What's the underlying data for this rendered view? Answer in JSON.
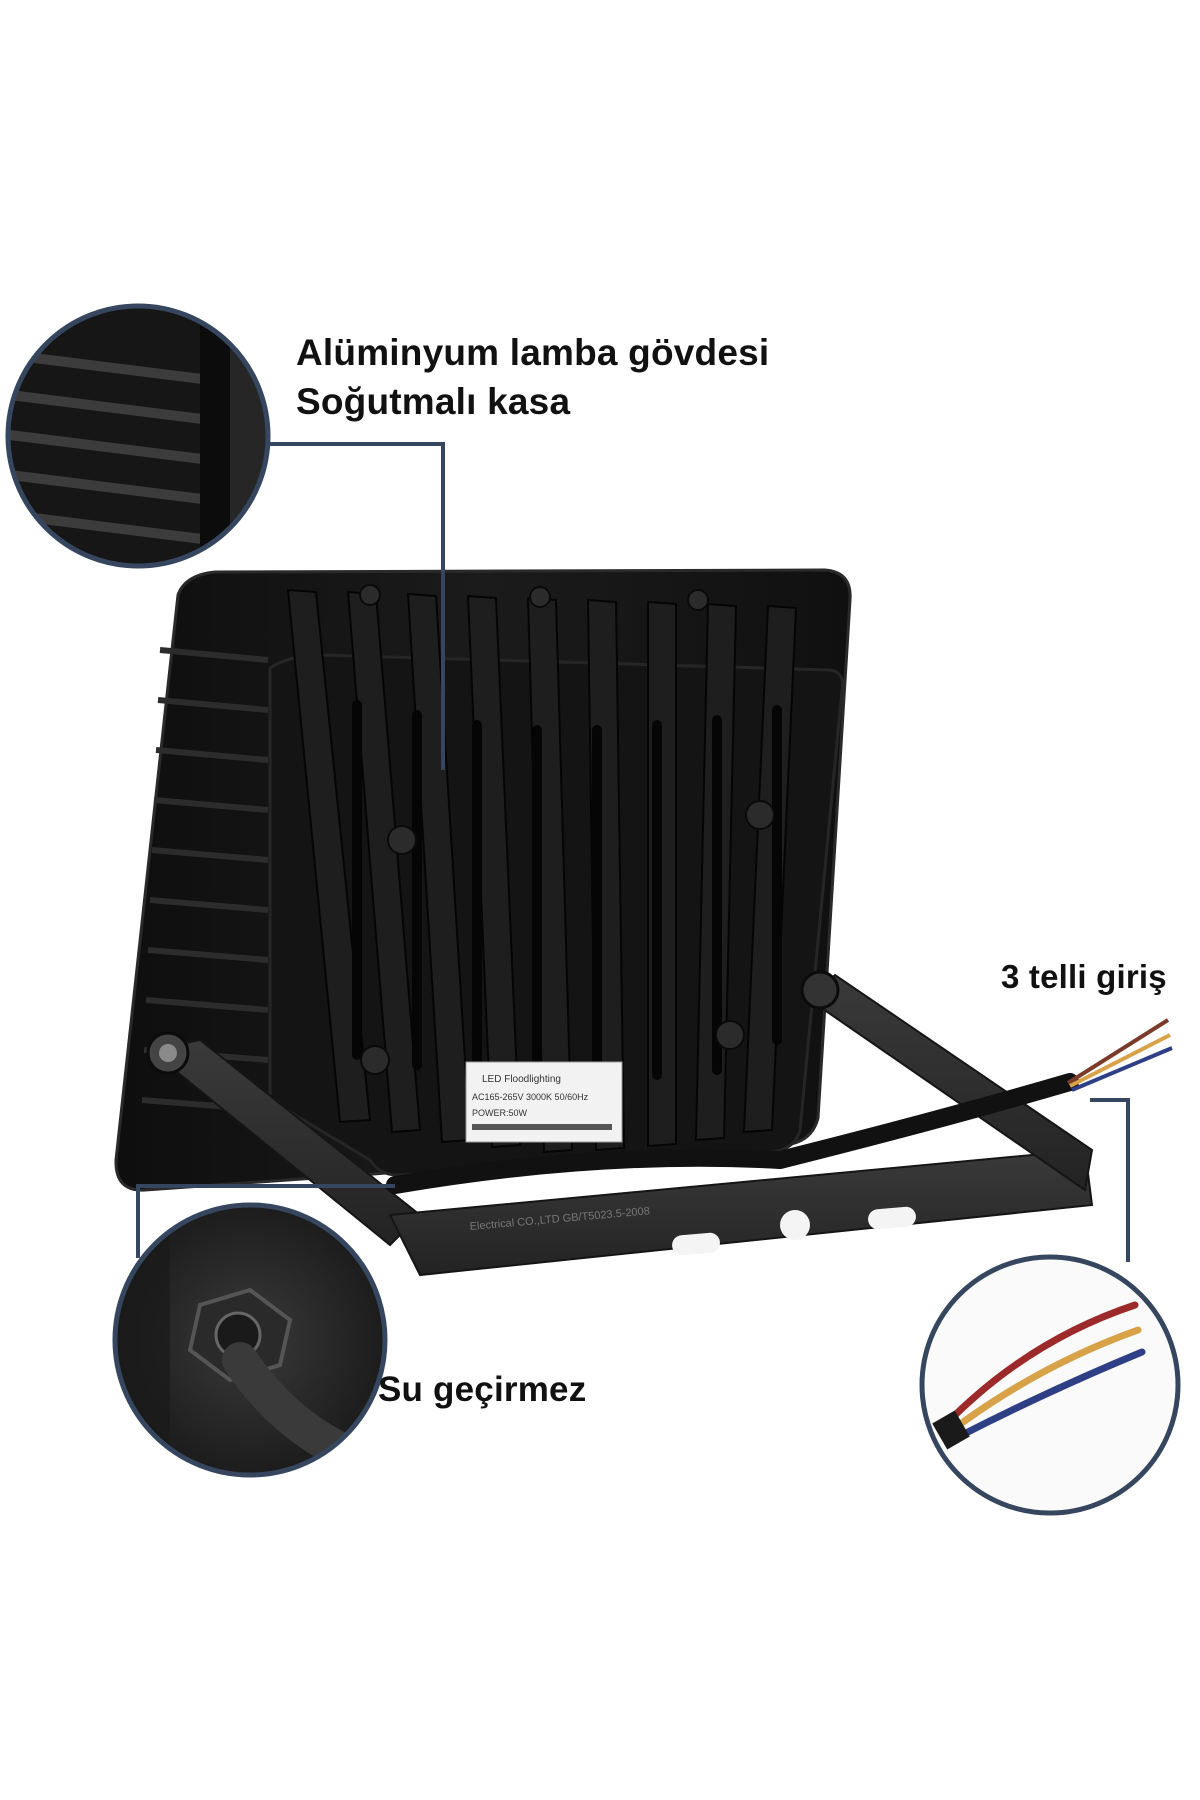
{
  "callouts": {
    "aluminum_body": {
      "line1": "Alüminyum lamba gövdesi",
      "line2": "Soğutmalı kasa"
    },
    "three_wire_input": {
      "label": "3 telli giriş"
    },
    "waterproof": {
      "label": "Su geçirmez"
    }
  },
  "product_label": {
    "line1": "LED Floodlighting",
    "line2": "AC165-265V 3000K 50/60Hz",
    "line3": "POWER:50W"
  },
  "bracket_text": "Electrical CO.,LTD  GB/T5023.5-2008",
  "colors": {
    "callout_line": "#35465e",
    "housing": "#151515",
    "fin": "#1d1d1d",
    "bracket": "#2e2e2e",
    "wire_brown": "#7a3b2a",
    "wire_yellow": "#d8a248",
    "wire_blue": "#2f3f86",
    "wire_red": "#9c2a2a"
  },
  "icons": {
    "heatsink_zoom": "heatsink-fins-icon",
    "cable_gland_zoom": "cable-gland-icon",
    "wires_zoom": "wire-bundle-icon"
  }
}
